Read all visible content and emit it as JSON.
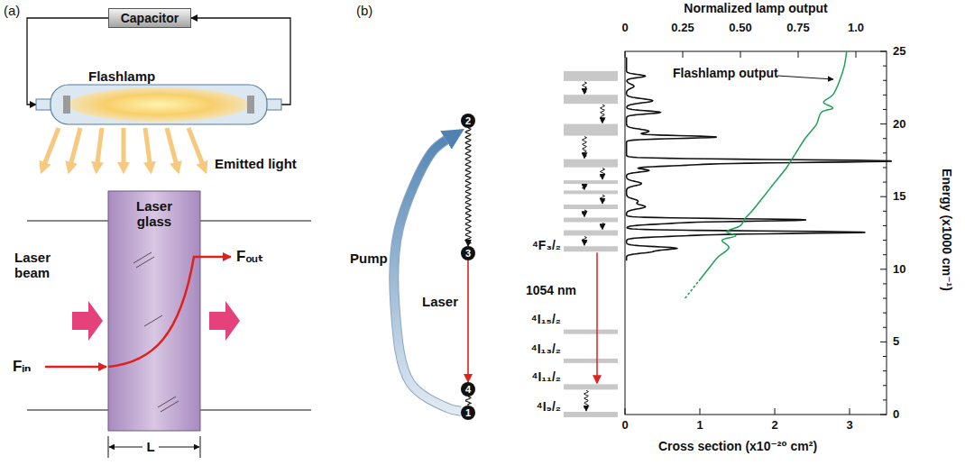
{
  "diagram": {
    "nodes": [
      {
        "text": [
          "Capacitor"
        ]
      },
      {
        "text": [
          "Flashlamp"
        ]
      },
      {
        "text": [
          "Laser glass"
        ]
      },
      {
        "text": [
          "2"
        ]
      },
      {
        "text": [
          "3"
        ]
      },
      {
        "text": [
          "4"
        ]
      },
      {
        "text": [
          "1"
        ]
      }
    ],
    "edges": [
      {
        "from": 0,
        "to": 1,
        "arrow": "to"
      },
      {
        "from": 1,
        "to": 0,
        "arrow": "to"
      },
      {
        "from": 6,
        "to": 3,
        "arrow": "to",
        "label": "Pump"
      },
      {
        "from": 3,
        "to": 4,
        "arrow": "to"
      },
      {
        "from": 4,
        "to": 5,
        "arrow": "to",
        "label": "Laser"
      },
      {
        "from": 5,
        "to": 6,
        "arrow": "none"
      }
    ],
    "labels": [
      "(a)",
      "Emitted light",
      "Laser beam",
      "Fᵢₙ",
      "Fₒᵤₜ",
      "L",
      "(b)",
      "⁴F₃/₂",
      "1054 nm",
      "⁴I₁₅/₂",
      "⁴I₁₃/₂",
      "⁴I₁₁/₂",
      "⁴I₉/₂",
      "Normalized lamp output",
      "0",
      "0.25",
      "0.50",
      "0.75",
      "1.0",
      "Flashlamp output",
      "25",
      "20",
      "15",
      "10",
      "5",
      "0",
      "Energy (x1000 cm⁻¹)",
      "0",
      "1",
      "2",
      "3",
      "Cross section (x10⁻²⁰ cm²)"
    ]
  }
}
